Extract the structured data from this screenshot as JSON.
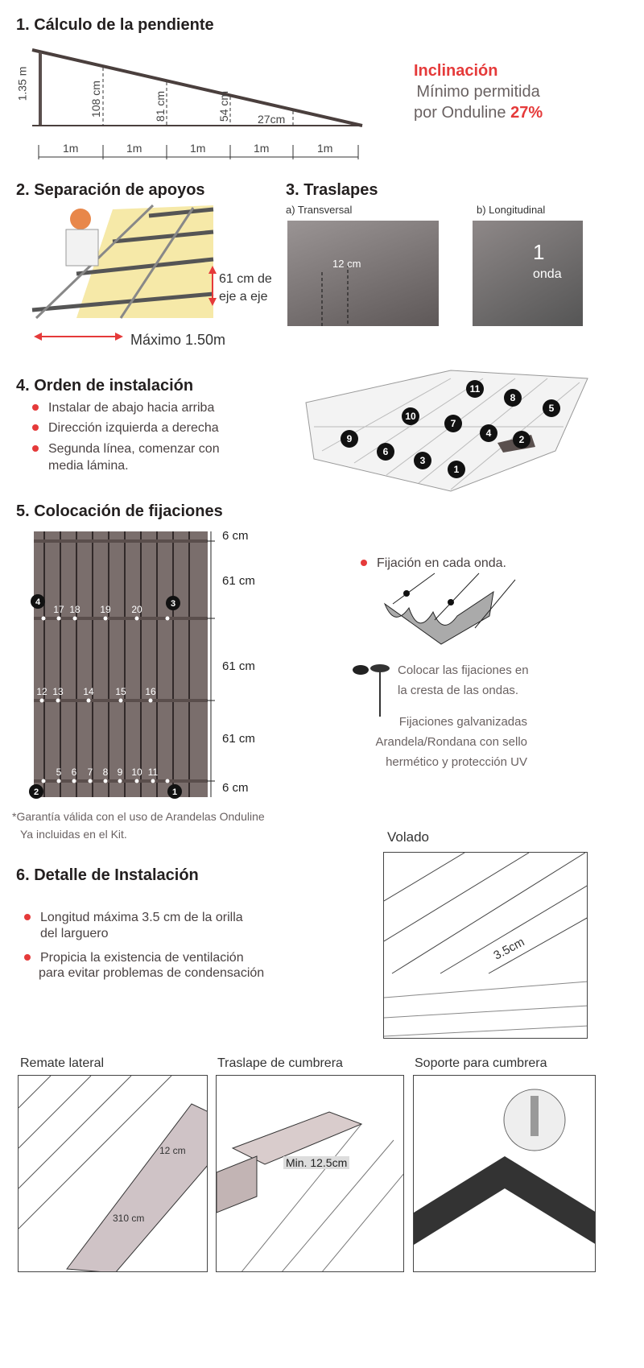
{
  "section1": {
    "title": "1. Cálculo de la pendiente",
    "height_label": "1.35 m",
    "heights": [
      "108 cm",
      "81 cm",
      "54 cm",
      "27cm"
    ],
    "spans": [
      "1m",
      "1m",
      "1m",
      "1m",
      "1m"
    ],
    "note_line1": "Inclinación",
    "note_line2": "Mínimo permitida",
    "note_line3": "por Onduline",
    "note_percent": "27%"
  },
  "section2": {
    "title": "2. Separación de apoyos",
    "spacing_line1": "61 cm de",
    "spacing_line2": "eje a eje",
    "max_label": "Máximo 1.50m"
  },
  "section3": {
    "title": "3. Traslapes",
    "a_label": "a) Transversal",
    "a_measure": "12 cm",
    "b_label": "b) Longitudinal",
    "b_number": "1",
    "b_unit": "onda"
  },
  "section4": {
    "title": "4. Orden de instalación",
    "bullets": [
      "Instalar de abajo hacia arriba",
      "Dirección izquierda a derecha",
      "Segunda línea, comenzar con",
      "media lámina."
    ],
    "order_numbers": [
      "11",
      "8",
      "5",
      "10",
      "7",
      "4",
      "2",
      "9",
      "6",
      "3",
      "1"
    ]
  },
  "section5": {
    "title": "5. Colocación de fijaciones",
    "scale": [
      "6 cm",
      "61 cm",
      "61 cm",
      "61 cm",
      "6 cm"
    ],
    "corner_numbers": [
      "4",
      "3",
      "2",
      "1"
    ],
    "row_top": [
      "17",
      "18",
      "19",
      "20"
    ],
    "row_mid": [
      "12",
      "13",
      "14",
      "15",
      "16"
    ],
    "row_bottom": [
      "5",
      "6",
      "7",
      "8",
      "9",
      "10",
      "11"
    ],
    "bullet": "Fijación en cada onda.",
    "crest_line1": "Colocar las fijaciones en",
    "crest_line2": "la cresta de las ondas.",
    "fix_line1": "Fijaciones galvanizadas",
    "fix_line2": "Arandela/Rondana con sello",
    "fix_line3": "hermético y  protección UV",
    "warranty_line1": "*Garantía válida con el uso de Arandelas Onduline",
    "warranty_line2": "Ya incluidas en el Kit."
  },
  "section6": {
    "title": "6. Detalle de Instalación",
    "bullets": [
      "Longitud máxima 3.5 cm de la orilla",
      "del larguero",
      "Propicia la existencia de ventilación",
      "para evitar problemas de condensación"
    ],
    "volado_label": "Volado",
    "volado_measure": "3.5cm"
  },
  "bottom": {
    "panel1_label": "Remate lateral",
    "panel1_m1": "12 cm",
    "panel1_m2": "310 cm",
    "panel2_label": "Traslape de cumbrera",
    "panel2_m1": "Min. 12.5cm",
    "panel3_label": "Soporte para cumbrera"
  },
  "colors": {
    "accent": "#e53a3a",
    "text": "#231f1f",
    "muted": "#6a6262",
    "sheet": "#7a6e6c"
  }
}
